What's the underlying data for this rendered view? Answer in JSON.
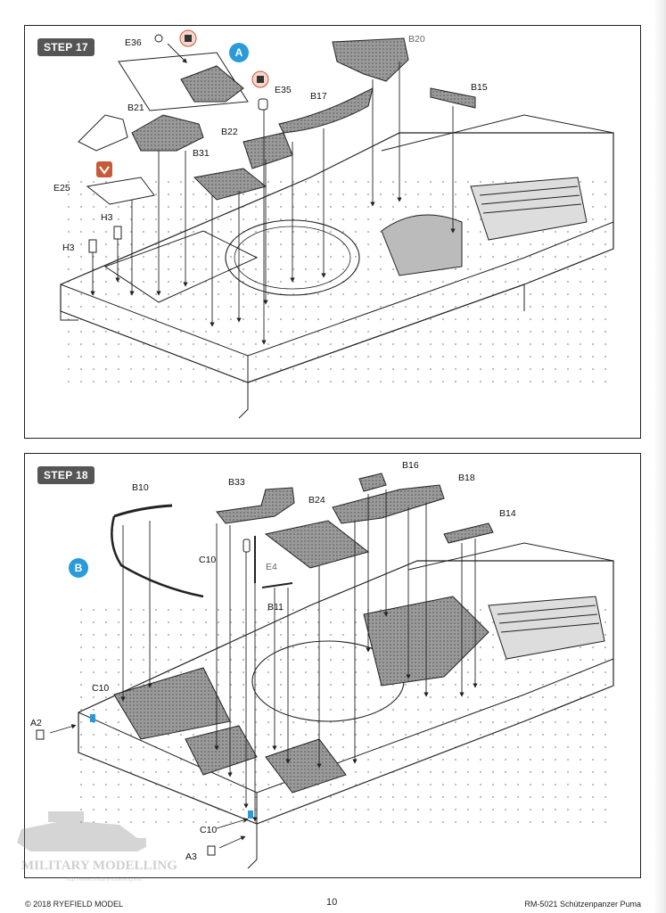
{
  "steps": [
    {
      "id": "step17",
      "title": "STEP 17",
      "parts": {
        "e36": "E36",
        "e35": "E35",
        "b20": "B20",
        "b17": "B17",
        "b15": "B15",
        "b21": "B21",
        "b22": "B22",
        "b31": "B31",
        "e25": "E25",
        "h3a": "H3",
        "h3b": "H3"
      },
      "callout": "A"
    },
    {
      "id": "step18",
      "title": "STEP 18",
      "parts": {
        "b10": "B10",
        "b33": "B33",
        "b16": "B16",
        "b18": "B18",
        "b24": "B24",
        "b14": "B14",
        "c10a": "C10",
        "e4": "E4",
        "b11": "B11",
        "c10b": "C10",
        "a2": "A2",
        "c10c": "C10",
        "a3": "A3"
      },
      "callout": "B"
    }
  ],
  "footer": {
    "copyright": "© 2018 RYEFIELD MODEL",
    "page_number": "10",
    "product": "RM-5021 Schützenpanzer Puma"
  },
  "watermark": {
    "text": "MILITARY MODELLING",
    "subtext": "http://www.militarymodelling.info"
  },
  "colors": {
    "badge": "#555555",
    "callout": "#2a9bd8",
    "part_fill": "#8a8a8a",
    "line": "#222222"
  }
}
